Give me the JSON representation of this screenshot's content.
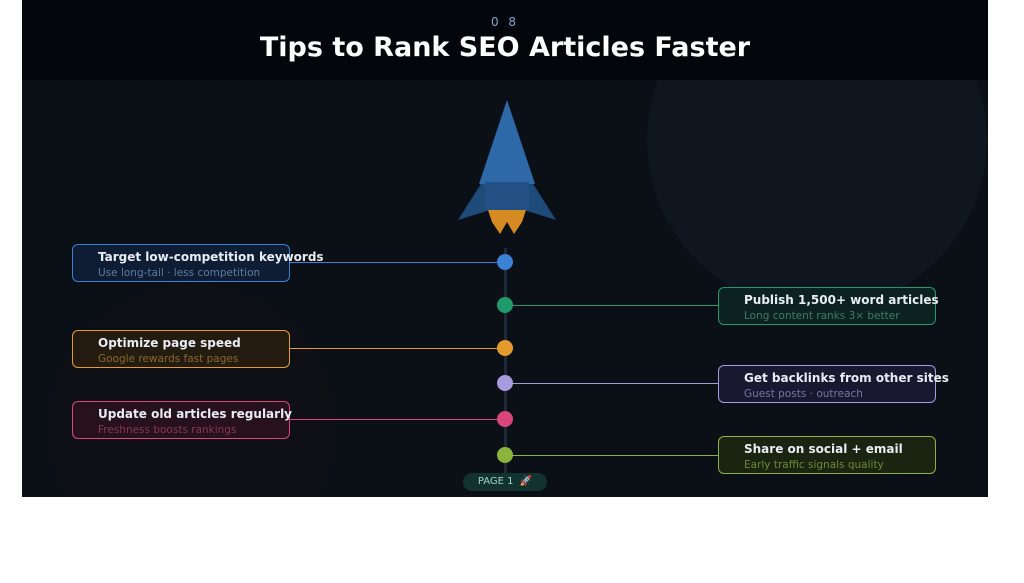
{
  "header": {
    "number": "0 8",
    "title": "Tips to Rank SEO Articles Faster"
  },
  "tips": [
    {
      "title": "Target low-competition keywords",
      "subtitle": "Use long-tail · less competition",
      "side": "left",
      "color": "#3b82d6",
      "bg": "#0e1d33",
      "sub_color": "#5a7ea6"
    },
    {
      "title": "Publish 1,500+ word articles",
      "subtitle": "Long content ranks 3× better",
      "side": "right",
      "color": "#1e9a6b",
      "bg": "#0c2220",
      "sub_color": "#3e7c63"
    },
    {
      "title": "Optimize page speed",
      "subtitle": "Google rewards fast pages",
      "side": "left",
      "color": "#e59a2c",
      "bg": "#241c10",
      "sub_color": "#8a6a2e"
    },
    {
      "title": "Get backlinks from other sites",
      "subtitle": "Guest posts · outreach",
      "side": "right",
      "color": "#a79be0",
      "bg": "#1a1730",
      "sub_color": "#7a73a6"
    },
    {
      "title": "Update old articles regularly",
      "subtitle": "Freshness boosts rankings",
      "side": "left",
      "color": "#d9467a",
      "bg": "#27111c",
      "sub_color": "#8a3653"
    },
    {
      "title": "Share on social + email",
      "subtitle": "Early traffic signals quality",
      "side": "right",
      "color": "#8cb43c",
      "bg": "#1a2410",
      "sub_color": "#6a8a36"
    }
  ],
  "footer": {
    "page_label": "PAGE 1",
    "page_icon": "rocket-emoji-icon"
  },
  "colors": {
    "rocket_body": "#2d68a8",
    "rocket_fins": "#1f4b7a",
    "rocket_flame": "#d58a22"
  }
}
